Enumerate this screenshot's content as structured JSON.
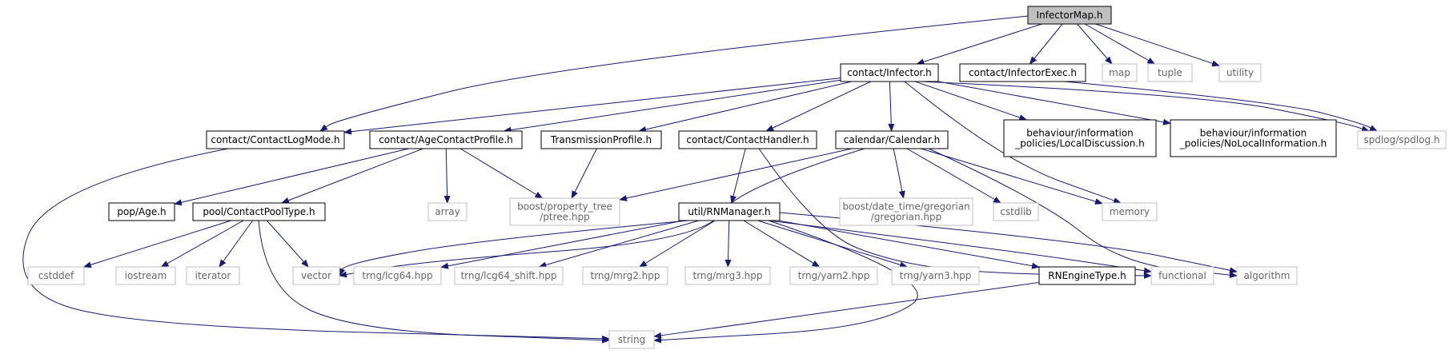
{
  "colors": {
    "background": "#ffffff",
    "root_fill": "#bfbfbf",
    "node_border": "#000000",
    "external_border": "#bfbfbf",
    "text": "#000000",
    "external_text": "#666666",
    "edge": "#191970"
  },
  "nodes": [
    {
      "id": "infectormap",
      "lines": [
        "InfectorMap.h"
      ],
      "kind": "root"
    },
    {
      "id": "infector",
      "lines": [
        "contact/Infector.h"
      ],
      "kind": "file"
    },
    {
      "id": "infectorexec",
      "lines": [
        "contact/InfectorExec.h"
      ],
      "kind": "file"
    },
    {
      "id": "map",
      "lines": [
        "map"
      ],
      "kind": "external"
    },
    {
      "id": "tuple",
      "lines": [
        "tuple"
      ],
      "kind": "external"
    },
    {
      "id": "utility",
      "lines": [
        "utility"
      ],
      "kind": "external"
    },
    {
      "id": "contactlogmode",
      "lines": [
        "contact/ContactLogMode.h"
      ],
      "kind": "file"
    },
    {
      "id": "agecontactprofile",
      "lines": [
        "contact/AgeContactProfile.h"
      ],
      "kind": "file"
    },
    {
      "id": "transmissionprofile",
      "lines": [
        "TransmissionProfile.h"
      ],
      "kind": "file"
    },
    {
      "id": "contacthandler",
      "lines": [
        "contact/ContactHandler.h"
      ],
      "kind": "file"
    },
    {
      "id": "calendar",
      "lines": [
        "calendar/Calendar.h"
      ],
      "kind": "file"
    },
    {
      "id": "localdiscussion",
      "lines": [
        "behaviour/information",
        "_policies/LocalDiscussion.h"
      ],
      "kind": "file"
    },
    {
      "id": "nolocalinformation",
      "lines": [
        "behaviour/information",
        "_policies/NoLocalInformation.h"
      ],
      "kind": "file"
    },
    {
      "id": "spdlog",
      "lines": [
        "spdlog/spdlog.h"
      ],
      "kind": "external"
    },
    {
      "id": "popage",
      "lines": [
        "pop/Age.h"
      ],
      "kind": "file"
    },
    {
      "id": "contactpooltype",
      "lines": [
        "pool/ContactPoolType.h"
      ],
      "kind": "file"
    },
    {
      "id": "array",
      "lines": [
        "array"
      ],
      "kind": "external"
    },
    {
      "id": "ptree",
      "lines": [
        "boost/property_tree",
        "/ptree.hpp"
      ],
      "kind": "external"
    },
    {
      "id": "rnmanager",
      "lines": [
        "util/RNManager.h"
      ],
      "kind": "file"
    },
    {
      "id": "gregorian",
      "lines": [
        "boost/date_time/gregorian",
        "/gregorian.hpp"
      ],
      "kind": "external"
    },
    {
      "id": "cstdlib",
      "lines": [
        "cstdlib"
      ],
      "kind": "external"
    },
    {
      "id": "memory",
      "lines": [
        "memory"
      ],
      "kind": "external"
    },
    {
      "id": "cstddef",
      "lines": [
        "cstddef"
      ],
      "kind": "external"
    },
    {
      "id": "iostream",
      "lines": [
        "iostream"
      ],
      "kind": "external"
    },
    {
      "id": "iterator",
      "lines": [
        "iterator"
      ],
      "kind": "external"
    },
    {
      "id": "vector",
      "lines": [
        "vector"
      ],
      "kind": "external"
    },
    {
      "id": "lcg64",
      "lines": [
        "trng/lcg64.hpp"
      ],
      "kind": "external"
    },
    {
      "id": "lcg64shift",
      "lines": [
        "trng/lcg64_shift.hpp"
      ],
      "kind": "external"
    },
    {
      "id": "mrg2",
      "lines": [
        "trng/mrg2.hpp"
      ],
      "kind": "external"
    },
    {
      "id": "mrg3",
      "lines": [
        "trng/mrg3.hpp"
      ],
      "kind": "external"
    },
    {
      "id": "yarn2",
      "lines": [
        "trng/yarn2.hpp"
      ],
      "kind": "external"
    },
    {
      "id": "yarn3",
      "lines": [
        "trng/yarn3.hpp"
      ],
      "kind": "external"
    },
    {
      "id": "rnenginetype",
      "lines": [
        "RNEngineType.h"
      ],
      "kind": "file"
    },
    {
      "id": "functional",
      "lines": [
        "functional"
      ],
      "kind": "external"
    },
    {
      "id": "algorithm",
      "lines": [
        "algorithm"
      ],
      "kind": "external"
    },
    {
      "id": "string",
      "lines": [
        "string"
      ],
      "kind": "external"
    }
  ],
  "edges": [
    [
      "infectormap",
      "infector"
    ],
    [
      "infectormap",
      "contactlogmode"
    ],
    [
      "infectormap",
      "infectorexec"
    ],
    [
      "infectormap",
      "map"
    ],
    [
      "infectormap",
      "tuple"
    ],
    [
      "infectormap",
      "utility"
    ],
    [
      "infector",
      "contactlogmode"
    ],
    [
      "infector",
      "agecontactprofile"
    ],
    [
      "infector",
      "transmissionprofile"
    ],
    [
      "infector",
      "contacthandler"
    ],
    [
      "infector",
      "calendar"
    ],
    [
      "infector",
      "localdiscussion"
    ],
    [
      "infector",
      "nolocalinformation"
    ],
    [
      "infector",
      "memory"
    ],
    [
      "infector",
      "spdlog"
    ],
    [
      "infectorexec",
      "spdlog"
    ],
    [
      "contactlogmode",
      "string"
    ],
    [
      "agecontactprofile",
      "popage"
    ],
    [
      "agecontactprofile",
      "contactpooltype"
    ],
    [
      "agecontactprofile",
      "array"
    ],
    [
      "agecontactprofile",
      "ptree"
    ],
    [
      "transmissionprofile",
      "ptree"
    ],
    [
      "contacthandler",
      "rnmanager"
    ],
    [
      "contacthandler",
      "functional"
    ],
    [
      "calendar",
      "ptree"
    ],
    [
      "calendar",
      "gregorian"
    ],
    [
      "calendar",
      "cstdlib"
    ],
    [
      "calendar",
      "memory"
    ],
    [
      "calendar",
      "algorithm"
    ],
    [
      "calendar",
      "vector"
    ],
    [
      "contactpooltype",
      "cstddef"
    ],
    [
      "contactpooltype",
      "iostream"
    ],
    [
      "contactpooltype",
      "iterator"
    ],
    [
      "contactpooltype",
      "vector"
    ],
    [
      "contactpooltype",
      "string"
    ],
    [
      "rnmanager",
      "vector"
    ],
    [
      "rnmanager",
      "lcg64"
    ],
    [
      "rnmanager",
      "lcg64shift"
    ],
    [
      "rnmanager",
      "mrg2"
    ],
    [
      "rnmanager",
      "mrg3"
    ],
    [
      "rnmanager",
      "yarn2"
    ],
    [
      "rnmanager",
      "yarn3"
    ],
    [
      "rnmanager",
      "rnenginetype"
    ],
    [
      "rnmanager",
      "functional"
    ],
    [
      "rnmanager",
      "algorithm"
    ],
    [
      "rnmanager",
      "string"
    ],
    [
      "rnenginetype",
      "string"
    ]
  ]
}
